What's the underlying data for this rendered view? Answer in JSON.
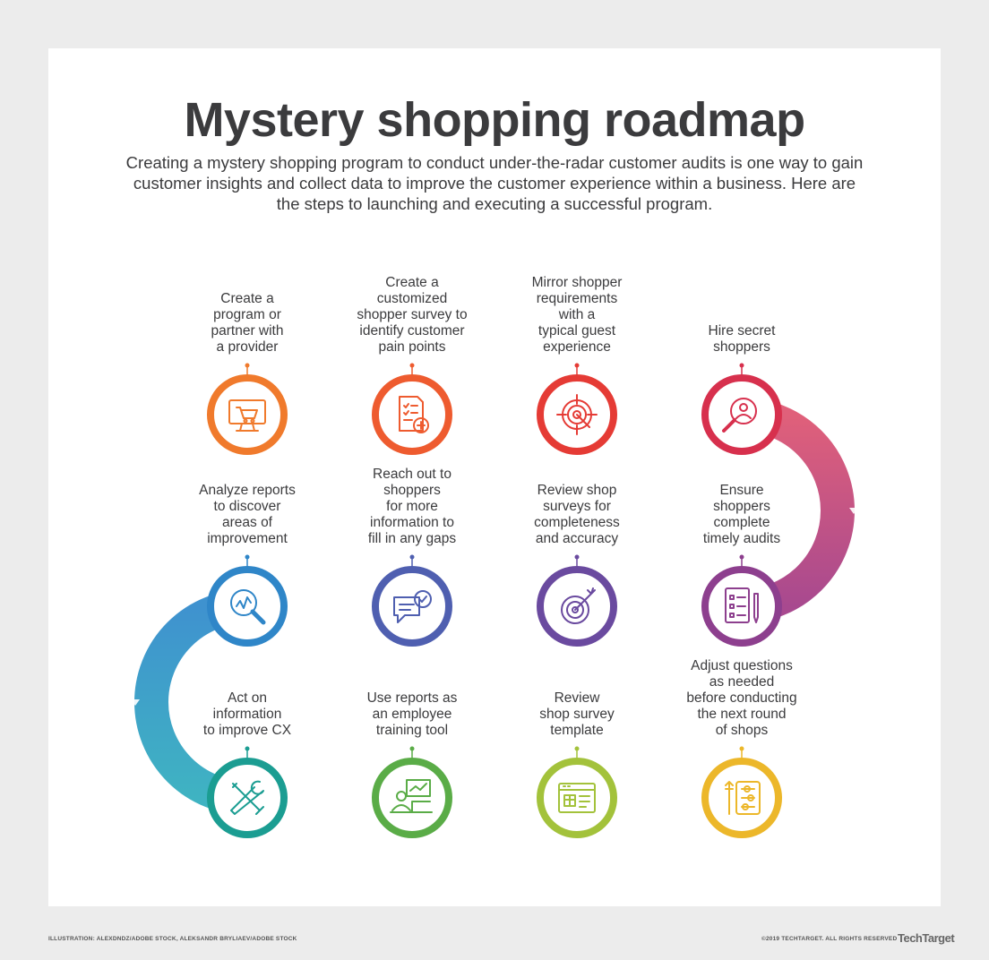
{
  "title": "Mystery shopping roadmap",
  "subtitle": "Creating a mystery shopping program to conduct under-the-radar customer audits is one way to gain customer insights and collect data to improve the customer experience within a business.  Here are the steps to launching and executing a successful program.",
  "steps": [
    {
      "lines": [
        "Create a",
        "program or",
        "partner with",
        "a provider"
      ],
      "icon": "computer-cart-icon",
      "color": "#f07a2c"
    },
    {
      "lines": [
        "Create a",
        "customized",
        "shopper survey to",
        "identify customer",
        "pain points"
      ],
      "icon": "survey-document-icon",
      "color": "#ee5b2f"
    },
    {
      "lines": [
        "Mirror shopper",
        "requirements",
        "with a",
        "typical guest",
        "experience"
      ],
      "icon": "target-icon",
      "color": "#e53b35"
    },
    {
      "lines": [
        "Hire secret",
        "shoppers"
      ],
      "icon": "magnify-person-icon",
      "color": "#d7304d"
    },
    {
      "lines": [
        "Ensure",
        "shoppers",
        "complete",
        "timely audits"
      ],
      "icon": "checklist-pen-icon",
      "color": "#8d3f8e"
    },
    {
      "lines": [
        "Review shop",
        "surveys for",
        "completeness",
        "and accuracy"
      ],
      "icon": "bullseye-icon",
      "color": "#6a4a9f"
    },
    {
      "lines": [
        "Reach out to",
        "shoppers",
        "for more",
        "information to",
        "fill in any gaps"
      ],
      "icon": "chat-check-icon",
      "color": "#4f5fb0"
    },
    {
      "lines": [
        "Analyze reports",
        "to discover",
        "areas of",
        "improvement"
      ],
      "icon": "magnify-chart-icon",
      "color": "#2f86c8"
    },
    {
      "lines": [
        "Act on",
        "information",
        "to improve CX"
      ],
      "icon": "tools-icon",
      "color": "#1b9d92"
    },
    {
      "lines": [
        "Use reports as",
        "an employee",
        "training tool"
      ],
      "icon": "presentation-icon",
      "color": "#5aac47"
    },
    {
      "lines": [
        "Review",
        "shop survey",
        "template"
      ],
      "icon": "template-icon",
      "color": "#a3c23b"
    },
    {
      "lines": [
        "Adjust questions",
        "as needed",
        "before conducting",
        "the next round",
        "of shops"
      ],
      "icon": "sliders-icon",
      "color": "#ecb72a"
    }
  ],
  "footer": {
    "credit_left": "ILLUSTRATION: ALEXDNDZ/ADOBE STOCK, ALEKSANDR BRYLIAEV/ADOBE STOCK",
    "credit_right": "©2019 TECHTARGET. ALL RIGHTS RESERVED",
    "logo": "TechTarget"
  }
}
